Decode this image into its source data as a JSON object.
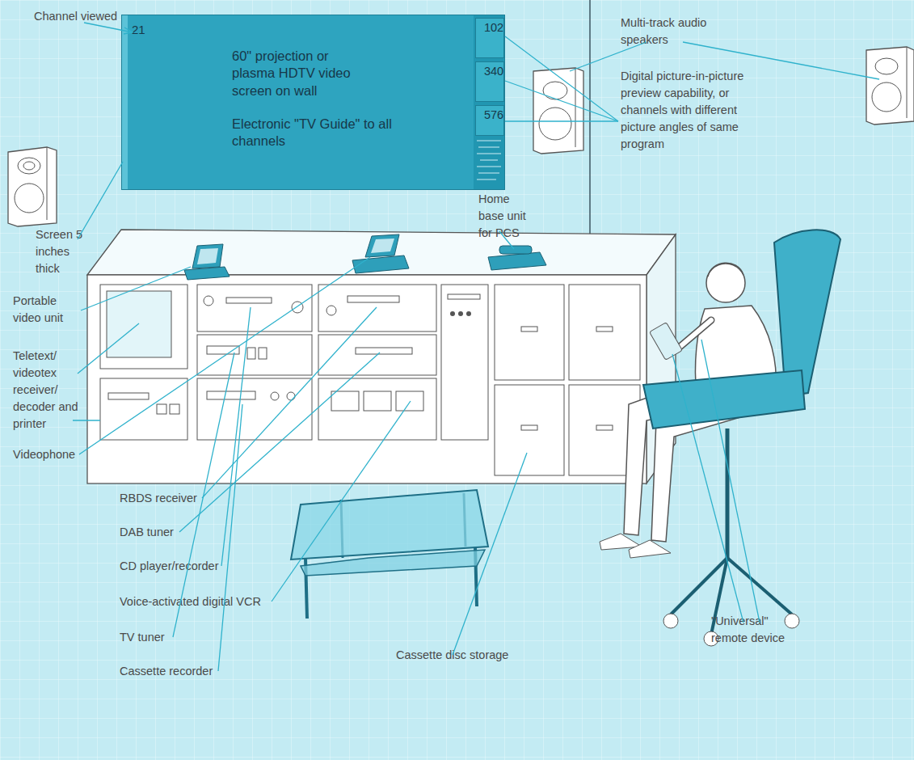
{
  "diagram": {
    "nodes": [
      {
        "text": [
          "21",
          "60\" projection or plasma HDTV video screen on wall",
          "Electronic \"TV Guide\" to all channels"
        ]
      },
      {
        "text": [
          "102"
        ],
        "in": 0
      },
      {
        "text": [
          "340"
        ],
        "in": 0
      },
      {
        "text": [
          "576"
        ],
        "in": 0
      }
    ],
    "labels": [
      "Channel viewed",
      "Multi-track audio speakers",
      "Digital picture-in-picture preview capability, or channels with different picture angles of same program",
      "Screen 5 inches thick",
      "Home base unit for PCS",
      "Portable video unit",
      "Teletext/ videotex receiver/ decoder and printer",
      "Videophone",
      "RBDS receiver",
      "DAB tuner",
      "CD player/recorder",
      "Voice-activated digital VCR",
      "TV tuner",
      "Cassette recorder",
      "Cassette disc storage",
      "\"Universal\" remote device"
    ]
  }
}
